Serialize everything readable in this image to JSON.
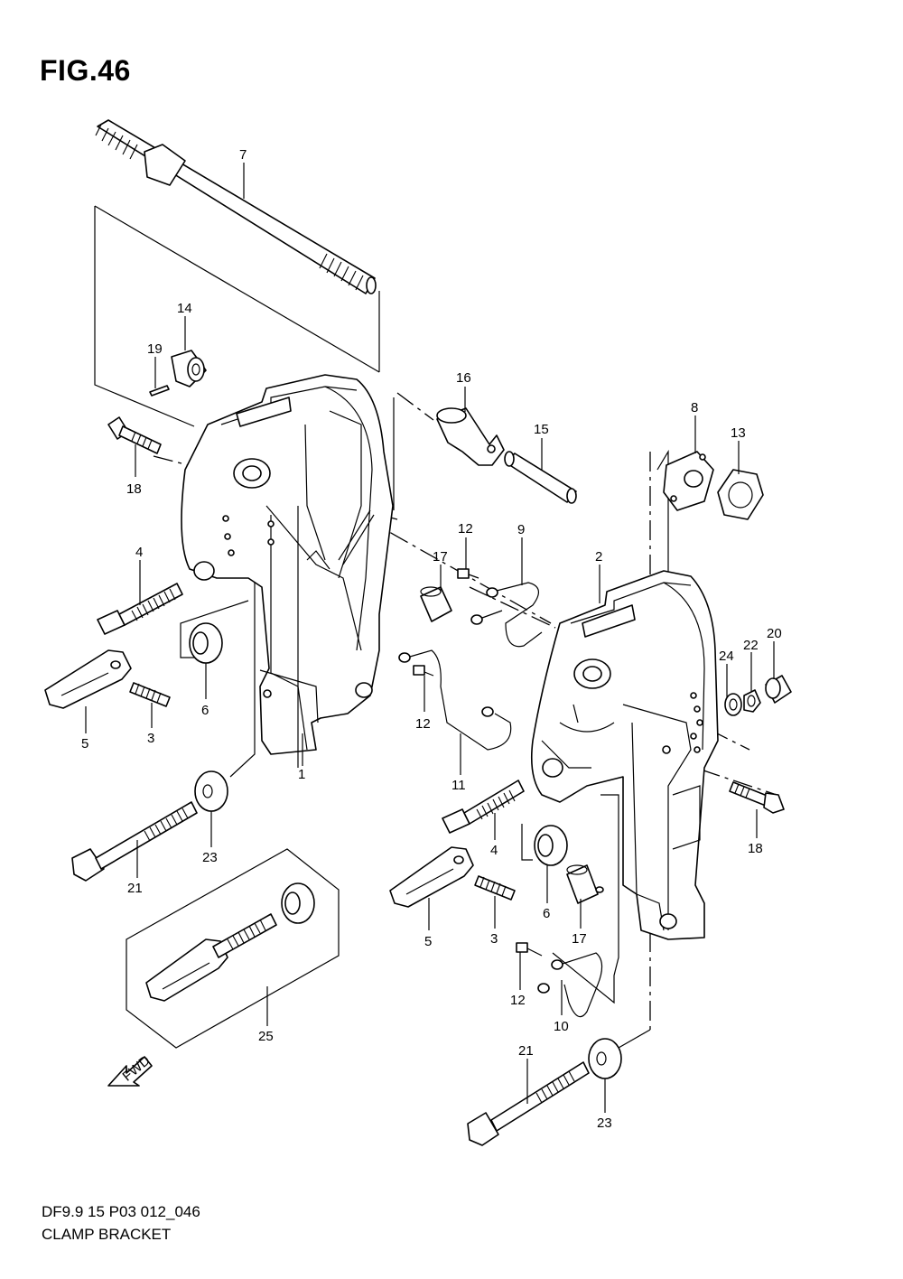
{
  "figure": {
    "title": "FIG.46",
    "code": "DF9.9 15 P03 012_046",
    "name": "CLAMP BRACKET"
  },
  "fwd_arrow_label": "FWD",
  "callouts": [
    {
      "id": "c7",
      "label": "7"
    },
    {
      "id": "c14",
      "label": "14"
    },
    {
      "id": "c19",
      "label": "19"
    },
    {
      "id": "c18a",
      "label": "18"
    },
    {
      "id": "c16",
      "label": "16"
    },
    {
      "id": "c15",
      "label": "15"
    },
    {
      "id": "c8",
      "label": "8"
    },
    {
      "id": "c13",
      "label": "13"
    },
    {
      "id": "c12a",
      "label": "12"
    },
    {
      "id": "c9",
      "label": "9"
    },
    {
      "id": "c17a",
      "label": "17"
    },
    {
      "id": "c2",
      "label": "2"
    },
    {
      "id": "c4a",
      "label": "4"
    },
    {
      "id": "c6a",
      "label": "6"
    },
    {
      "id": "c5a",
      "label": "5"
    },
    {
      "id": "c3a",
      "label": "3"
    },
    {
      "id": "c12b",
      "label": "12"
    },
    {
      "id": "c1",
      "label": "1"
    },
    {
      "id": "c11",
      "label": "11"
    },
    {
      "id": "c24",
      "label": "24"
    },
    {
      "id": "c22",
      "label": "22"
    },
    {
      "id": "c20",
      "label": "20"
    },
    {
      "id": "c18b",
      "label": "18"
    },
    {
      "id": "c23a",
      "label": "23"
    },
    {
      "id": "c21a",
      "label": "21"
    },
    {
      "id": "c4b",
      "label": "4"
    },
    {
      "id": "c6b",
      "label": "6"
    },
    {
      "id": "c5b",
      "label": "5"
    },
    {
      "id": "c3b",
      "label": "3"
    },
    {
      "id": "c17b",
      "label": "17"
    },
    {
      "id": "c25",
      "label": "25"
    },
    {
      "id": "c12c",
      "label": "12"
    },
    {
      "id": "c10",
      "label": "10"
    },
    {
      "id": "c21b",
      "label": "21"
    },
    {
      "id": "c23b",
      "label": "23"
    }
  ]
}
